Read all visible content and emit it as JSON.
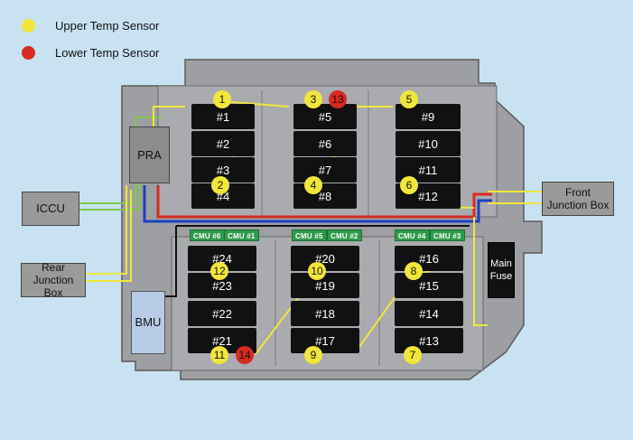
{
  "legend": {
    "upper_label": "Upper Temp Sensor",
    "lower_label": "Lower Temp Sensor",
    "upper_color": "#f1e63a",
    "lower_color": "#d62a22"
  },
  "components": {
    "pra": "PRA",
    "iccu": "ICCU",
    "rear_junction": "Rear Junction Box",
    "front_junction": "Front Junction Box",
    "bmu": "BMU",
    "main_fuse": "Main Fuse"
  },
  "modules": [
    "#1",
    "#2",
    "#3",
    "#4",
    "#5",
    "#6",
    "#7",
    "#8",
    "#9",
    "#10",
    "#11",
    "#12",
    "#13",
    "#14",
    "#15",
    "#16",
    "#17",
    "#18",
    "#19",
    "#20",
    "#21",
    "#22",
    "#23",
    "#24"
  ],
  "cmus": [
    "CMU #6",
    "CMU #1",
    "CMU #5",
    "CMU #2",
    "CMU #4",
    "CMU #3"
  ],
  "sensors": [
    "1",
    "2",
    "3",
    "4",
    "5",
    "6",
    "7",
    "8",
    "9",
    "10",
    "11",
    "12",
    "13",
    "14"
  ]
}
